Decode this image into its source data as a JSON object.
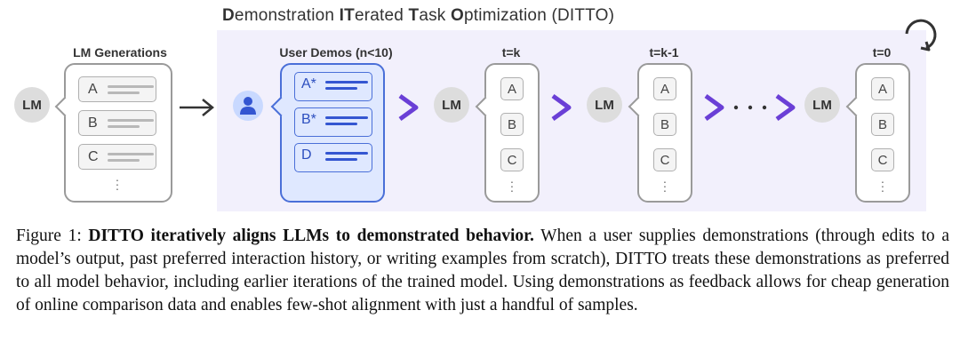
{
  "figure": {
    "title": {
      "parts": [
        {
          "bold": "D",
          "rest": "emonstration "
        },
        {
          "bold": "IT",
          "rest": "erated "
        },
        {
          "bold": "T",
          "rest": "ask "
        },
        {
          "bold": "O",
          "rest": "ptimization (DITTO)"
        }
      ]
    },
    "lm_label": "LM",
    "lm_generations_label": "LM Generations",
    "user_demos_label": "User Demos (n<10)",
    "gen_letters": [
      "A",
      "B",
      "C"
    ],
    "demo_letters": [
      "A*",
      "B*",
      "D"
    ],
    "iteration_labels": [
      "t=k",
      "t=k-1",
      "t=0"
    ],
    "iter_letters": [
      "A",
      "B",
      "C"
    ],
    "colors": {
      "accent": "#6a3fd6",
      "demo_blue": "#3456d1",
      "panel_bg": "#f2f0fc"
    }
  },
  "caption": {
    "label": "Figure 1:",
    "bold": "DITTO iteratively aligns LLMs to demonstrated behavior.",
    "text": "When a user supplies demonstrations (through edits to a model’s output, past preferred interaction history, or writing examples from scratch), DITTO treats these demonstrations as preferred to all model behavior, including earlier iterations of the trained model. Using demonstrations as feedback allows for cheap generation of online comparison data and enables few-shot alignment with just a handful of samples."
  }
}
